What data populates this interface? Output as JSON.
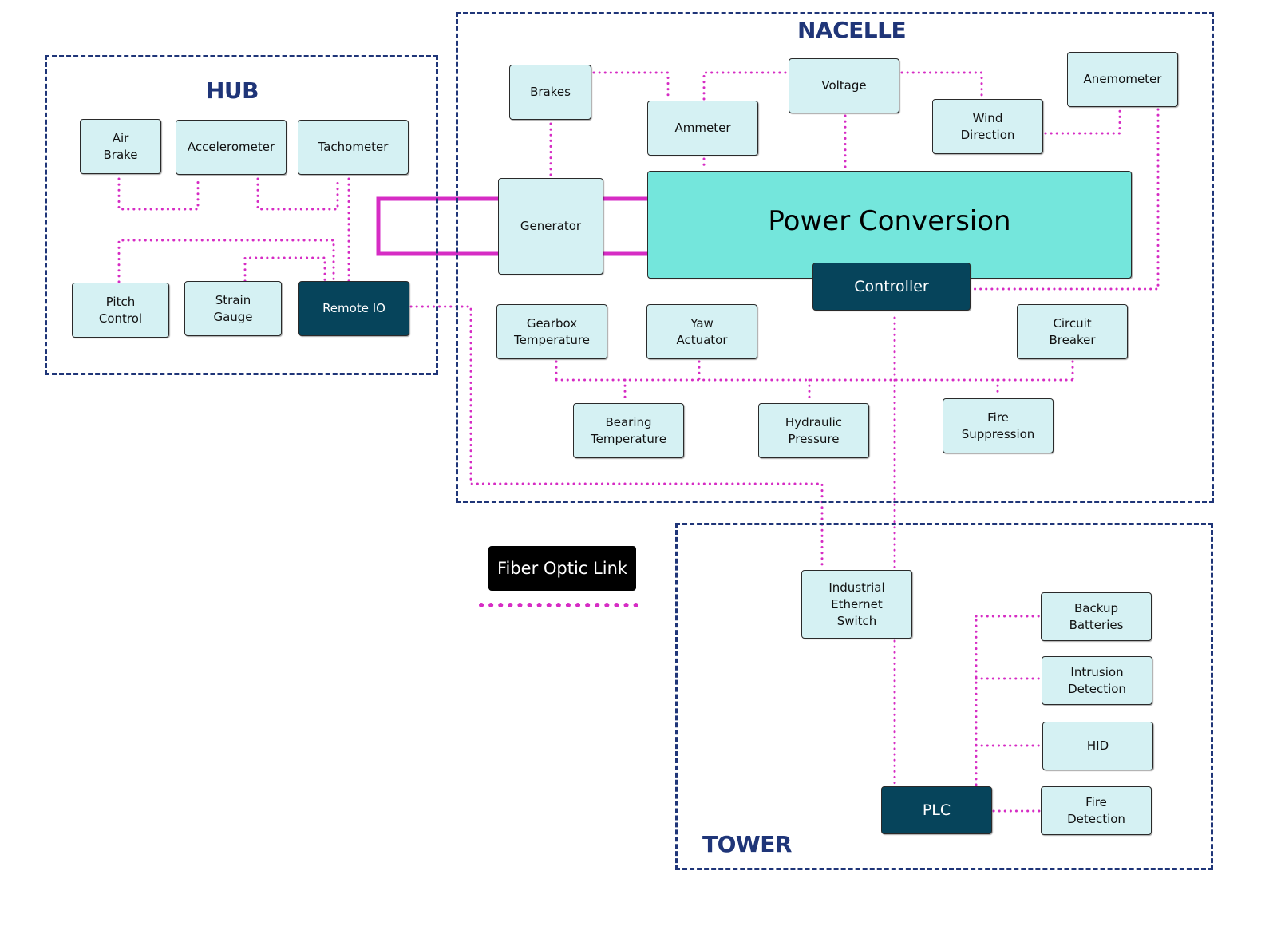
{
  "colors": {
    "zone_border": "#1f3578",
    "fiber_link": "#d62cc4",
    "node_fill": "#d5f1f3",
    "controller_fill": "#06445b",
    "power_conversion_fill": "#74e6dc",
    "legend_fill": "#000000"
  },
  "zones": {
    "hub": {
      "title": "HUB"
    },
    "nacelle": {
      "title": "NACELLE"
    },
    "tower": {
      "title": "TOWER"
    }
  },
  "hub": {
    "air_brake": "Air\nBrake",
    "accelerometer": "Accelerometer",
    "tachometer": "Tachometer",
    "pitch_control": "Pitch\nControl",
    "strain_gauge": "Strain\nGauge",
    "remote_io": "Remote IO"
  },
  "nacelle": {
    "brakes": "Brakes",
    "ammeter": "Ammeter",
    "voltage": "Voltage",
    "wind_direction": "Wind\nDirection",
    "anemometer": "Anemometer",
    "generator": "Generator",
    "power_conversion": "Power Conversion",
    "controller": "Controller",
    "gearbox_temperature": "Gearbox\nTemperature",
    "yaw_actuator": "Yaw\nActuator",
    "circuit_breaker": "Circuit\nBreaker",
    "bearing_temperature": "Bearing\nTemperature",
    "hydraulic_pressure": "Hydraulic\nPressure",
    "fire_suppression": "Fire\nSuppression"
  },
  "tower": {
    "industrial_ethernet_switch": "Industrial\nEthernet\nSwitch",
    "backup_batteries": "Backup\nBatteries",
    "intrusion_detection": "Intrusion\nDetection",
    "hid": "HID",
    "plc": "PLC",
    "fire_detection": "Fire\nDetection"
  },
  "legend": {
    "label": "Fiber Optic Link"
  }
}
